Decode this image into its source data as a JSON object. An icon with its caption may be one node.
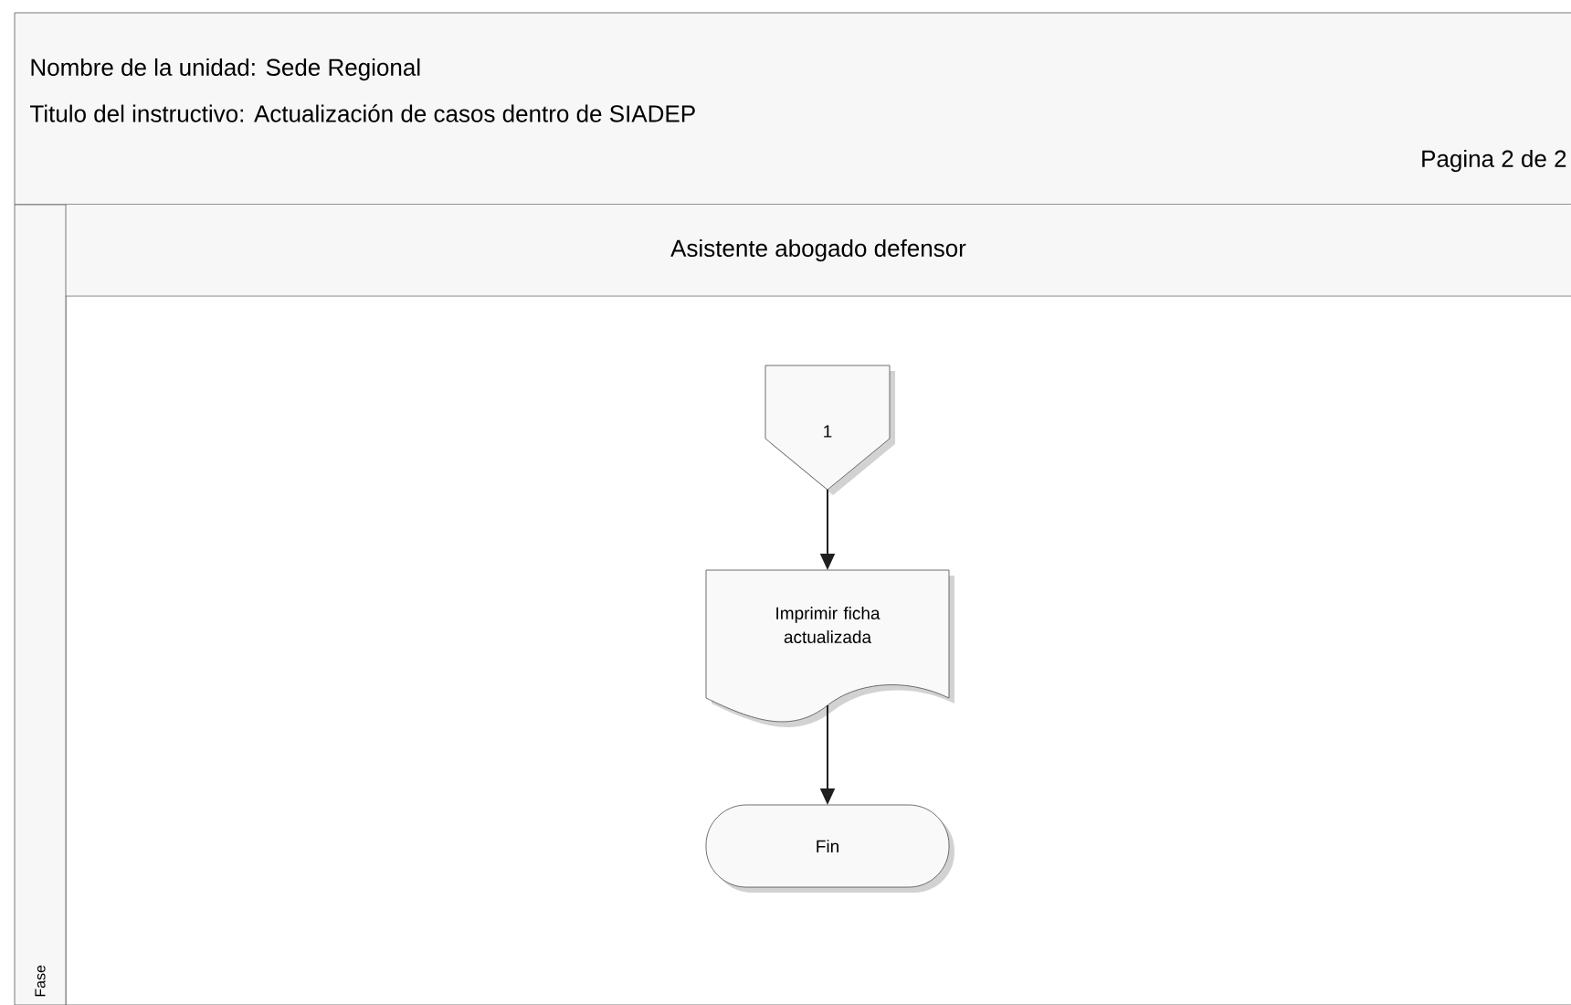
{
  "diagram": {
    "nodes": [
      {
        "text": [
          "Asistente abogado defensor"
        ]
      },
      {
        "text": [
          "Fase"
        ]
      },
      {
        "text": [
          "1"
        ],
        "in": 0
      },
      {
        "text": [
          "Imprimir ficha actualizada"
        ],
        "in": 0
      },
      {
        "text": [
          "Fin"
        ],
        "in": 0
      }
    ],
    "edges": [
      {
        "from": 2,
        "to": 3,
        "arrow": "to"
      },
      {
        "from": 3,
        "to": 4,
        "arrow": "to"
      }
    ],
    "labels": [
      "Nombre de la unidad: Sede Regional",
      "Titulo del instructivo:  Actualización de casos dentro de SIADEP",
      "Pagina 2 de 2"
    ]
  }
}
